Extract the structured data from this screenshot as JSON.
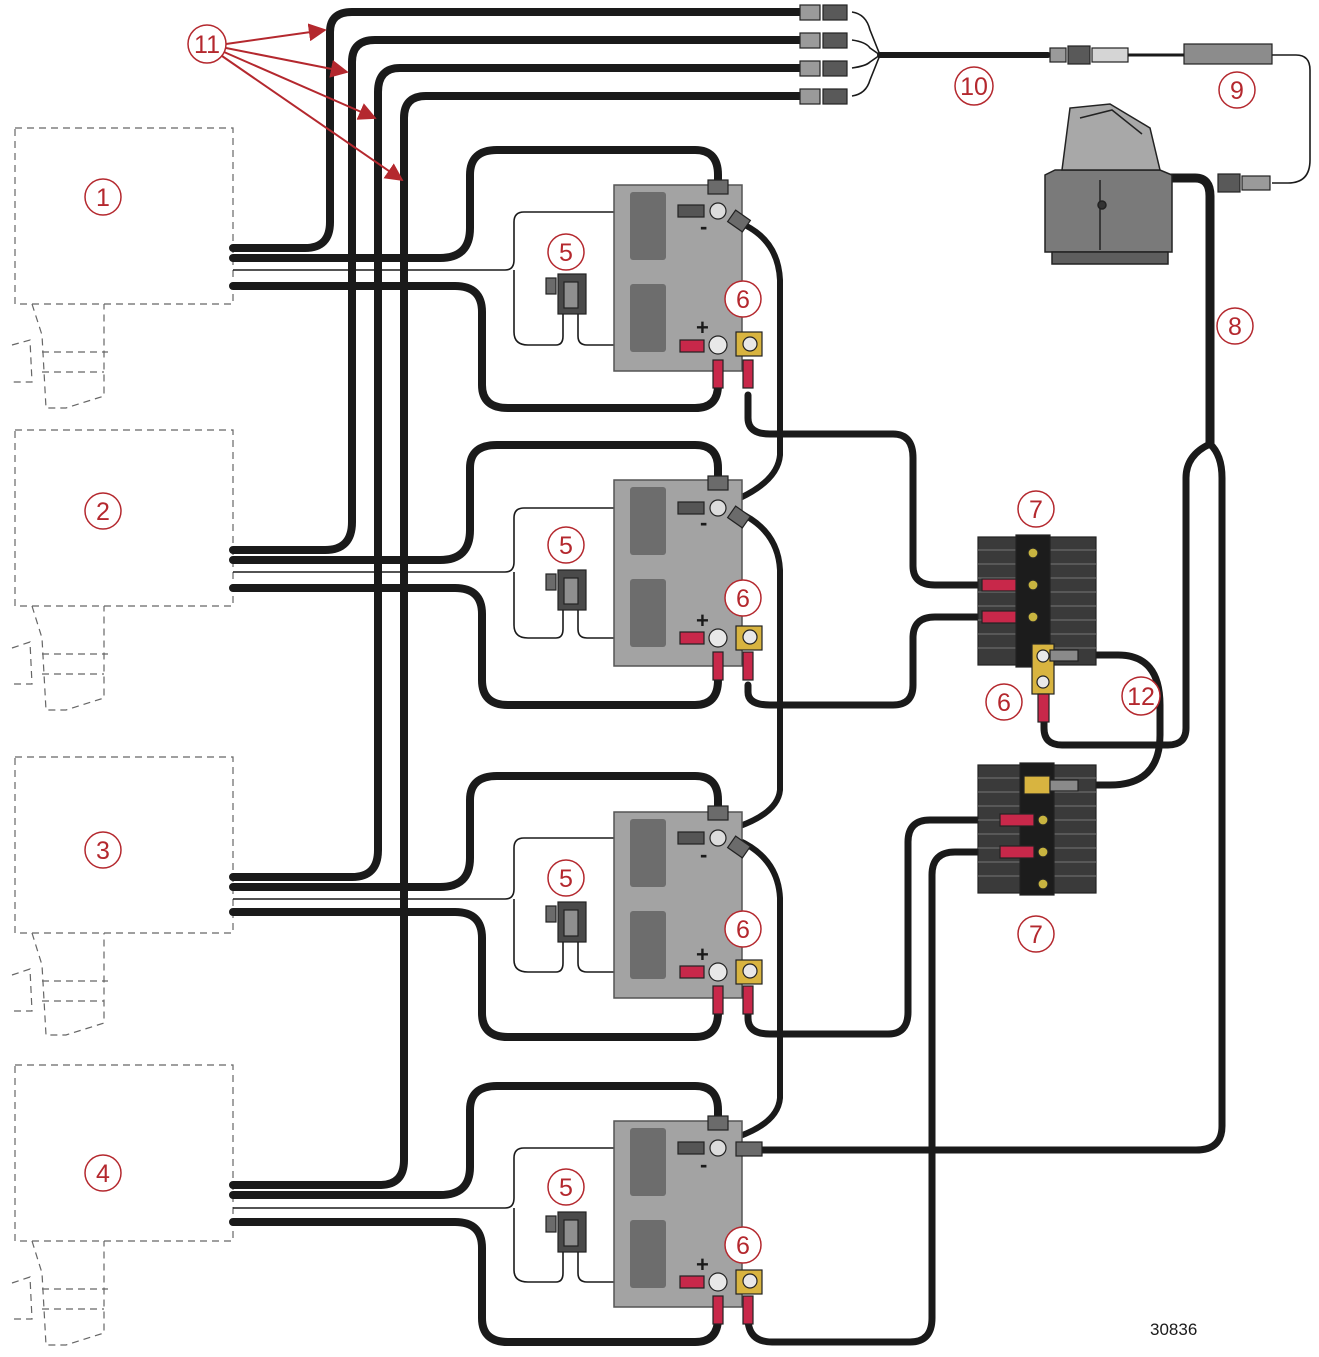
{
  "diagram": {
    "reference_number": "30836",
    "callouts": {
      "engine_1": "1",
      "engine_2": "2",
      "engine_3": "3",
      "engine_4": "4",
      "sensor": "5",
      "fuse_holder": "6",
      "relay": "7",
      "harness": "8",
      "extension": "9",
      "splitter": "10",
      "data_cables": "11",
      "jumper": "12"
    },
    "terminal_signs": {
      "negative": "-",
      "positive": "+"
    },
    "colors": {
      "callout": "#b4282e",
      "cable": "#1a1a1a",
      "battery": "#a3a3a3",
      "terminal_boot": "#c8284a",
      "brass": "#d8b440"
    }
  }
}
